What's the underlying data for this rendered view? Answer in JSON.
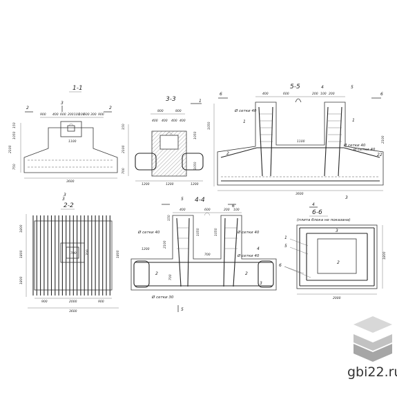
{
  "sections": {
    "s11": {
      "title": "1-1",
      "top": [
        "900",
        "400",
        "600",
        "200",
        "100",
        "100",
        "600",
        "300",
        "900"
      ],
      "mid": "1100",
      "bottom": "3600",
      "left": [
        "150",
        "1050",
        "2100",
        "750"
      ],
      "marks": [
        "2",
        "3",
        "2",
        "3"
      ]
    },
    "s33": {
      "title": "3-3",
      "top": [
        "800",
        "800"
      ],
      "sub": [
        "400",
        "400",
        "400",
        "400"
      ],
      "bottom": [
        "1200",
        "1200",
        "1200"
      ],
      "left": [
        "150",
        "2100",
        "700"
      ],
      "right": [
        "1050",
        "1050"
      ],
      "mark": "1"
    },
    "s55": {
      "title": "5-5",
      "top": [
        "400",
        "600",
        "200",
        "100",
        "200"
      ],
      "mid": "1100",
      "bottom": "3600",
      "left": [
        "1050",
        "2100"
      ],
      "marks": [
        "6",
        "4",
        "5",
        "6",
        "3",
        "4"
      ],
      "labels": [
        "1",
        "1",
        "2",
        "22"
      ],
      "notes": [
        "Ø сетки 40",
        "Ø сетки 40",
        "Ø сетки 40"
      ]
    },
    "s22": {
      "title": "2-2",
      "mark": "3",
      "inner": [
        "700",
        "700"
      ],
      "left": [
        "1800",
        "1800",
        "1800"
      ],
      "right": "1800",
      "bottom": [
        "900",
        "2000",
        "900"
      ],
      "total": "3600"
    },
    "s44": {
      "title": "4-4",
      "top": [
        "400",
        "600",
        "200",
        "100"
      ],
      "marks": [
        "5",
        "6",
        "5",
        "6",
        "4",
        "3",
        "2",
        "2"
      ],
      "notes": [
        "Ø сетки 40",
        "Ø сетки 40",
        "Ø сетки 30",
        "Ø сетки 40"
      ],
      "dims": [
        "1200",
        "2100",
        "1050",
        "700",
        "1050",
        "700",
        "150"
      ]
    },
    "s66": {
      "title": "6-6",
      "subtitle": "(плита блока не показана)",
      "labels": [
        "1",
        "5",
        "3",
        "6",
        "2"
      ],
      "dims": [
        "1800",
        "2000"
      ]
    }
  },
  "brand": {
    "text": "gbi22.ru",
    "colors": {
      "top": "#d8d8d8",
      "mid": "#c2c2c2",
      "bottom": "#a6a6a6"
    }
  }
}
